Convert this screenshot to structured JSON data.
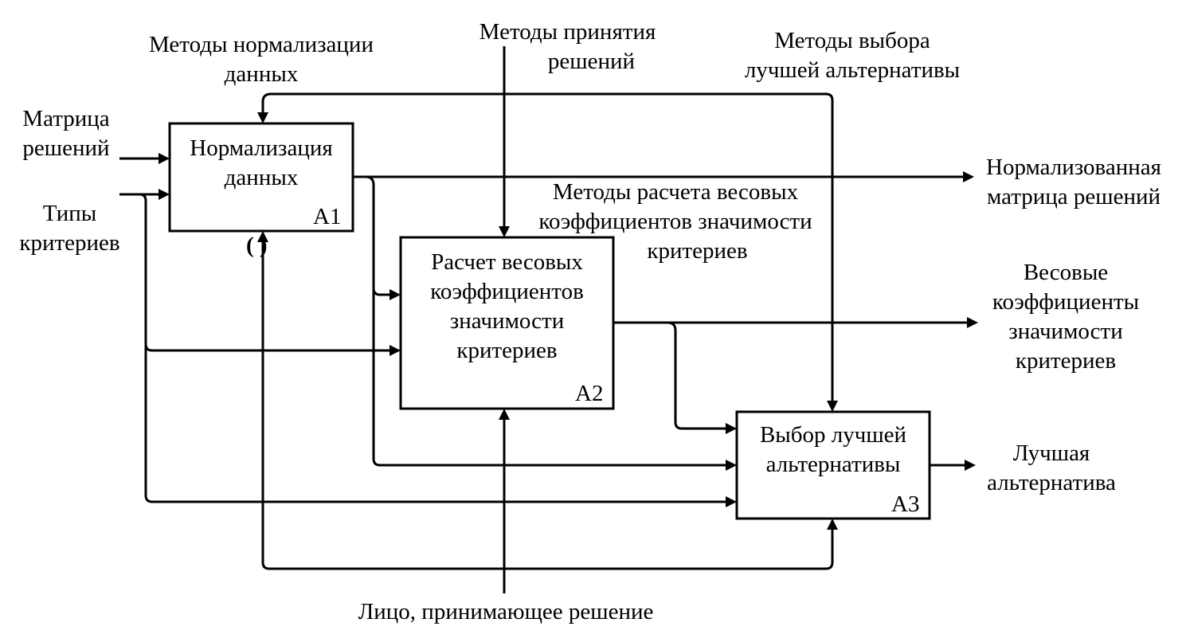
{
  "diagram": {
    "type": "IDEF0",
    "blocks": [
      {
        "id": "A1",
        "lines": [
          "Нормализация",
          "данных"
        ],
        "tunnel_marker": "( )"
      },
      {
        "id": "A2",
        "lines": [
          "Расчет весовых",
          "коэффициентов",
          "значимости",
          "критериев"
        ]
      },
      {
        "id": "A3",
        "lines": [
          "Выбор лучшей",
          "альтернативы"
        ]
      }
    ],
    "inputs": [
      {
        "lines": [
          "Матрица",
          "решений"
        ]
      },
      {
        "lines": [
          "Типы",
          "критериев"
        ]
      }
    ],
    "controls": [
      {
        "lines": [
          "Методы нормализации",
          "данных"
        ]
      },
      {
        "lines": [
          "Методы принятия",
          "решений"
        ]
      },
      {
        "lines": [
          "Методы выбора",
          "лучшей альтернативы"
        ]
      },
      {
        "lines": [
          "Методы расчета весовых",
          "коэффициентов значимости",
          "критериев"
        ]
      }
    ],
    "outputs": [
      {
        "lines": [
          "Нормализованная",
          "матрица решений"
        ]
      },
      {
        "lines": [
          "Весовые",
          "коэффициенты",
          "значимости",
          "критериев"
        ]
      },
      {
        "lines": [
          "Лучшая",
          "альтернатива"
        ]
      }
    ],
    "mechanisms": [
      {
        "lines": [
          "Лицо, принимающее решение"
        ]
      }
    ]
  }
}
